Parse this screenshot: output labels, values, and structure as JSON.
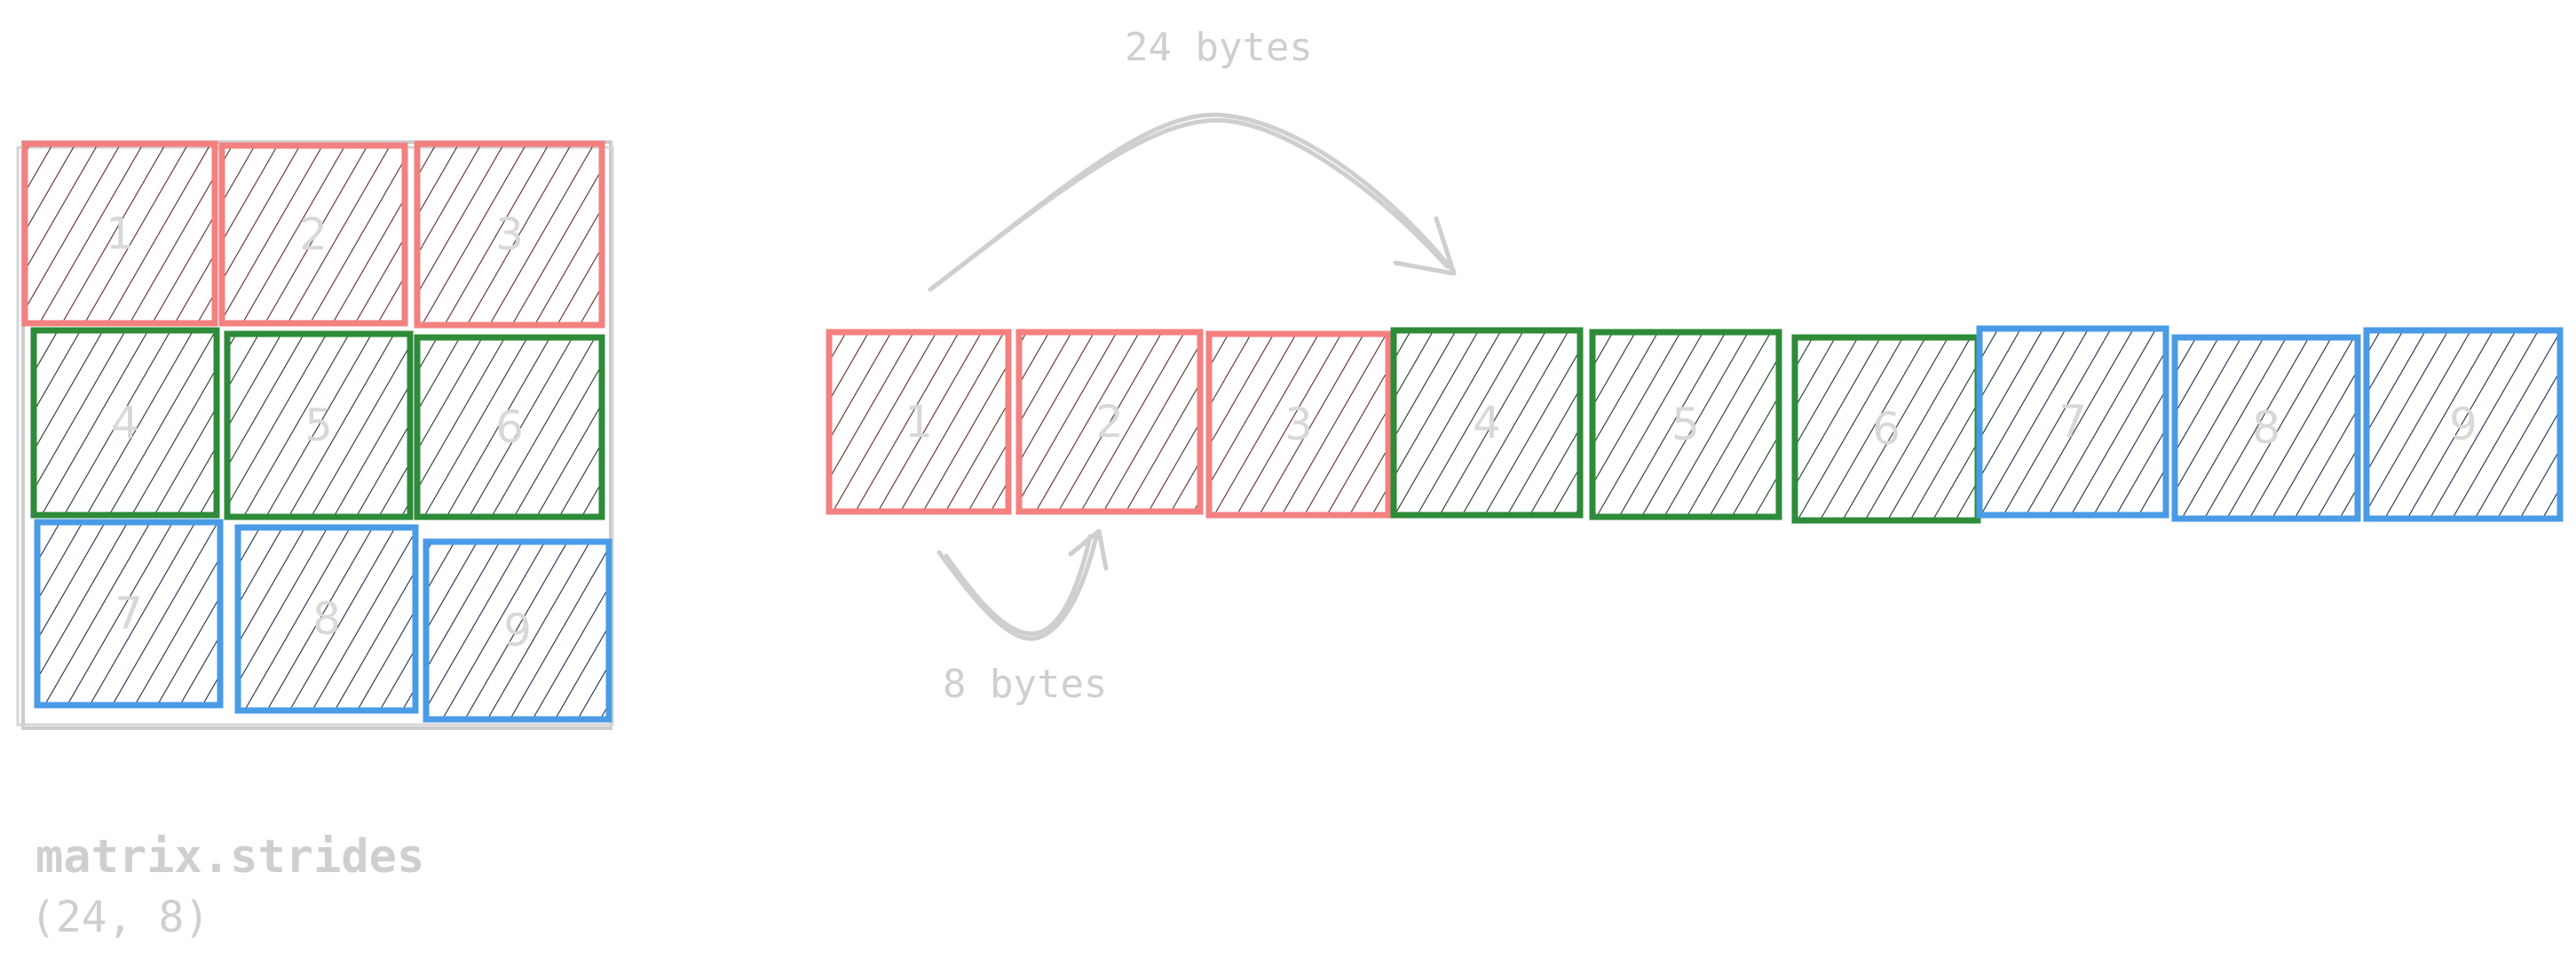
{
  "colors": {
    "row1": "#f48080",
    "row1_hatch": "#5a2a2a",
    "row2": "#2e8b3a",
    "row2_hatch": "#1e3a1e",
    "row3": "#4a9be6",
    "row3_hatch": "#1a2e4a",
    "annotation": "#cfcfcf",
    "frame": "#cccccc"
  },
  "matrix": {
    "rows": [
      [
        "1",
        "2",
        "3"
      ],
      [
        "4",
        "5",
        "6"
      ],
      [
        "7",
        "8",
        "9"
      ]
    ]
  },
  "memory": {
    "cells": [
      "1",
      "2",
      "3",
      "4",
      "5",
      "6",
      "7",
      "8",
      "9"
    ]
  },
  "labels": {
    "row_stride": "24 bytes",
    "element_stride": "8 bytes",
    "strides_name": "matrix.strides",
    "strides_value": "(24, 8)"
  }
}
